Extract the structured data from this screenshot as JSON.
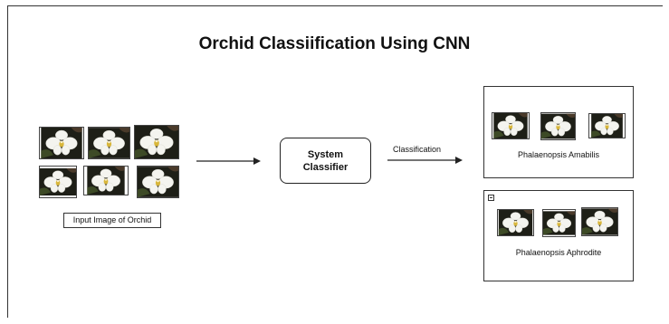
{
  "title": "Orchid Classiification Using CNN",
  "input": {
    "label": "Input Image of Orchid"
  },
  "classifier": {
    "line1": "System",
    "line2": "Classifier"
  },
  "edge_label": "Classification",
  "results": [
    {
      "label": "Phalaenopsis Amabilis"
    },
    {
      "label": "Phalaenopsis Aphrodite"
    }
  ],
  "icons": {
    "orchid_image": "orchid-photo-icon",
    "collapse": "collapse-icon"
  },
  "colors": {
    "stroke": "#222222",
    "photo_dark": "#1e1f17",
    "petal": "#f4f4ef"
  }
}
